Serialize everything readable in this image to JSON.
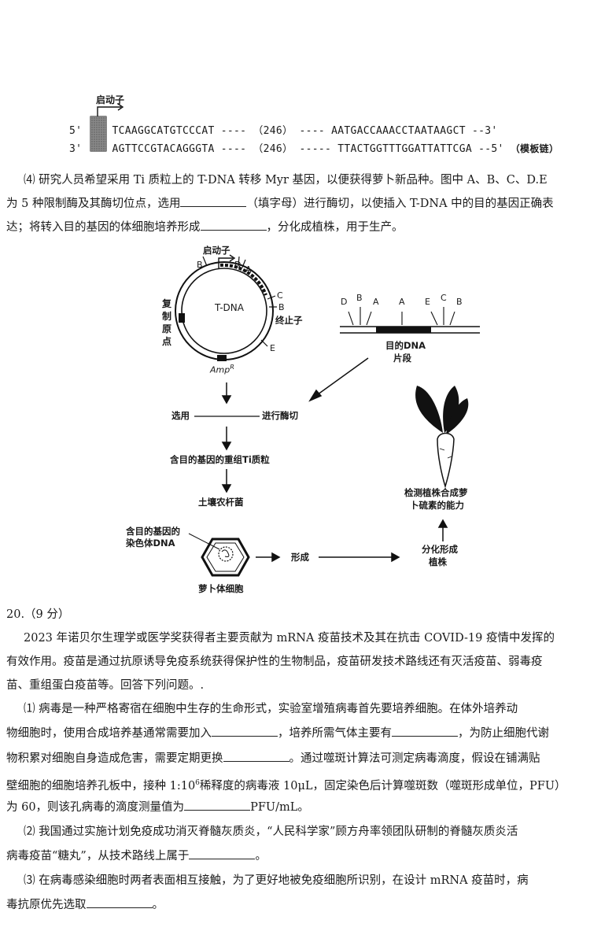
{
  "seq_figure": {
    "promoter_label": "启动子",
    "top_prime_left": "5'",
    "top_seq_left": "TCAAGGCATGTCCCAT",
    "top_dash1": "----",
    "top_count": "（246）",
    "top_dash2": "----",
    "top_seq_right": "AATGACCAAACCTAATAAGCT",
    "top_prime_right": "--3'",
    "bot_prime_left": "3'",
    "bot_seq_left": "AGTTCCGTACAGGGTA",
    "bot_dash1": "----",
    "bot_count": "（246）",
    "bot_dash2": "-----",
    "bot_seq_right": "TTACTGGTTTGGATTATTCGA",
    "bot_prime_right": "--5'",
    "bot_note": "（模板链）"
  },
  "q19_4": {
    "line1": "⑷ 研究人员希望采用 Ti 质粒上的 T-DNA 转移 Myr 基因，以便获得萝卜新品种。图中 A、B、C、D.E",
    "line2_a": "为 5 种限制酶及其酶切位点，选用",
    "line2_b": "（填字母）进行酶切，以使插入 T-DNA 中的目的基因正确表",
    "line3_a": "达；将转入目的基因的体细胞培养形成",
    "line3_b": "，分化成植株，用于生产。"
  },
  "diagram": {
    "promoter": "启动子",
    "site_B1": "B",
    "site_D": "D",
    "site_A": "A",
    "tdna": "T-DNA",
    "site_C": "C",
    "site_B2": "B",
    "terminator": "终止子",
    "site_E": "E",
    "ori": [
      "复",
      "制",
      "原",
      "点"
    ],
    "amp": "Amp",
    "amp_sup": "R",
    "frag_labels": [
      "D",
      "B",
      "A",
      "A",
      "E",
      "C",
      "B"
    ],
    "frag_caption": [
      "目的DNA",
      "片段"
    ],
    "select_left": "选用",
    "select_right": "进行酶切",
    "recomb": "含目的基因的重组Ti质粒",
    "agro": "土壤农杆菌",
    "chrom": [
      "含目的基因的",
      "染色体DNA"
    ],
    "cell": "萝卜体细胞",
    "form": "形成",
    "diff": [
      "分化形成",
      "植株"
    ],
    "detect": [
      "检测植株合成萝",
      "卜硫素的能力"
    ]
  },
  "q20": {
    "heading": "20.（9 分）",
    "intro1": "2023 年诺贝尔生理学或医学奖获得者主要贡献为 mRNA 疫苗技术及其在抗击 COVID-19 疫情中发挥的",
    "intro2": "有效作用。疫苗是通过抗原诱导免疫系统获得保护性的生物制品，疫苗研发技术路线还有灭活疫苗、弱毒疫",
    "intro3": "苗、重组蛋白疫苗等。回答下列问题。.",
    "p1_l1": "⑴ 病毒是一种严格寄宿在细胞中生存的生命形式，实验室增殖病毒首先要培养细胞。在体外培养动",
    "p1_l2a": "物细胞时，使用合成培养基通常需要加入",
    "p1_l2b": "，培养所需气体主要有",
    "p1_l2c": "，为防止细胞代谢",
    "p1_l3a": "物积累对细胞自身造成危害，需要定期更换",
    "p1_l3b": "。通过噬斑计算法可测定病毒滴度，假设在铺满贴",
    "p1_l4a": "壁细胞的细胞培养孔板中，接种 1:10",
    "p1_l4sup": "6",
    "p1_l4b": "稀释度的病毒液 10μL，固定染色后计算噬斑数（噬斑形成单位，PFU）",
    "p1_l5a": "为 60，则该孔病毒的滴度测量值为",
    "p1_l5b": "PFU/mL。",
    "p2_l1": "⑵ 我国通过实施计划免疫成功消灭脊髓灰质炎，“人民科学家”顾方舟率领团队研制的脊髓灰质炎活",
    "p2_l2a": "病毒疫苗“糖丸”，从技术路线上属于",
    "p2_l2b": "。",
    "p3_l1": "⑶ 在病毒感染细胞时两者表面相互接触，为了更好地被免疫细胞所识别，在设计 mRNA 疫苗时，病",
    "p3_l2a": "毒抗原优先选取",
    "p3_l2b": "。"
  }
}
